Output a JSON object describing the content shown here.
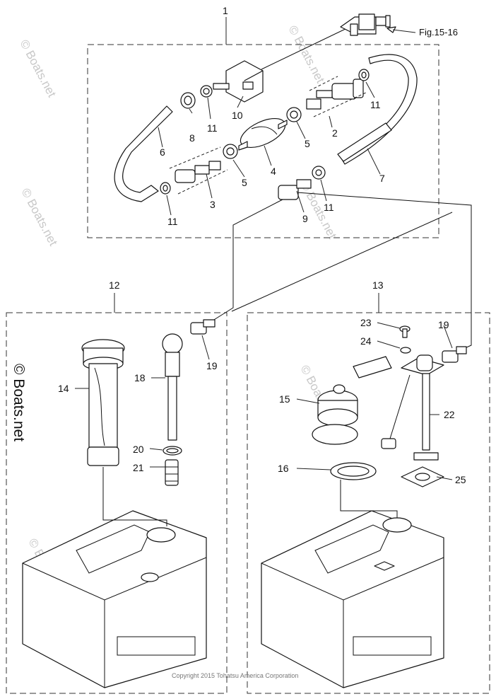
{
  "labels": {
    "p1": "1",
    "p2": "2",
    "p3": "3",
    "p4": "4",
    "p5a": "5",
    "p5b": "5",
    "p6": "6",
    "p7": "7",
    "p8": "8",
    "p9": "9",
    "p10": "10",
    "p11a": "11",
    "p11b": "11",
    "p11c": "11",
    "p11d": "11",
    "p12": "12",
    "p13": "13",
    "p14": "14",
    "p15": "15",
    "p16": "16",
    "p18": "18",
    "p19a": "19",
    "p19b": "19",
    "p20": "20",
    "p21": "21",
    "p22": "22",
    "p23": "23",
    "p24": "24",
    "p25": "25"
  },
  "figure_ref": "Fig.15-16",
  "watermark": {
    "brand": "© Boats.net",
    "faint": "© Boats.net"
  },
  "copyright": "Copyright 2015 Tohatsu America Corporation"
}
